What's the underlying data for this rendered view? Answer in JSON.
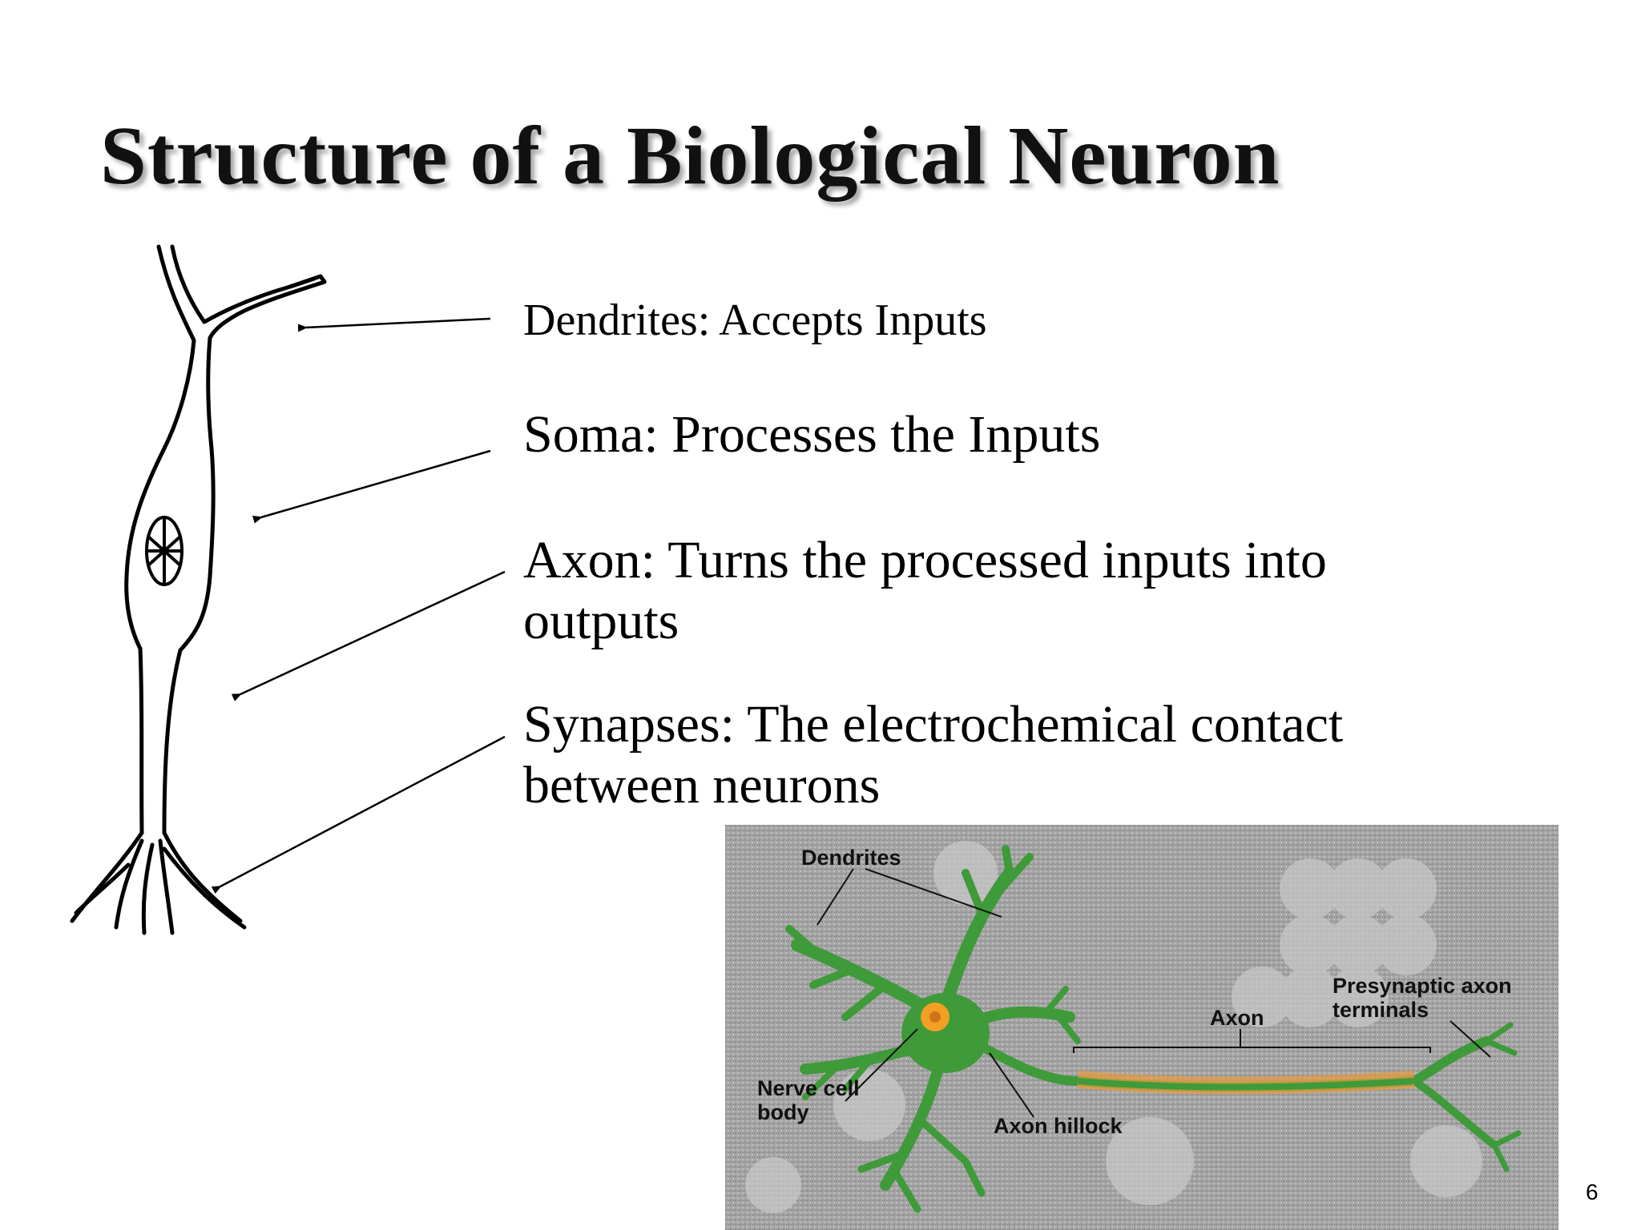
{
  "slide": {
    "title": "Structure of a Biological Neuron",
    "page_number": "6"
  },
  "labels": {
    "dendrites": "Dendrites: Accepts Inputs",
    "soma": "Soma: Processes the Inputs",
    "axon": [
      "Axon: Turns the processed inputs into",
      "outputs"
    ],
    "synapses": [
      "Synapses: The electrochemical contact",
      "between neurons"
    ]
  },
  "photo_labels": {
    "dendrites": "Dendrites",
    "nerve_cell_body": [
      "Nerve cell",
      "body"
    ],
    "axon_hillock": "Axon hillock",
    "axon": "Axon",
    "presynaptic": [
      "Presynaptic axon",
      "terminals"
    ]
  },
  "colors": {
    "neuron_green": "#3f9a3a",
    "axon_sheath": "#e89a3c",
    "nucleus": "#f2a024",
    "photo_bg": "#a9a9a9"
  }
}
